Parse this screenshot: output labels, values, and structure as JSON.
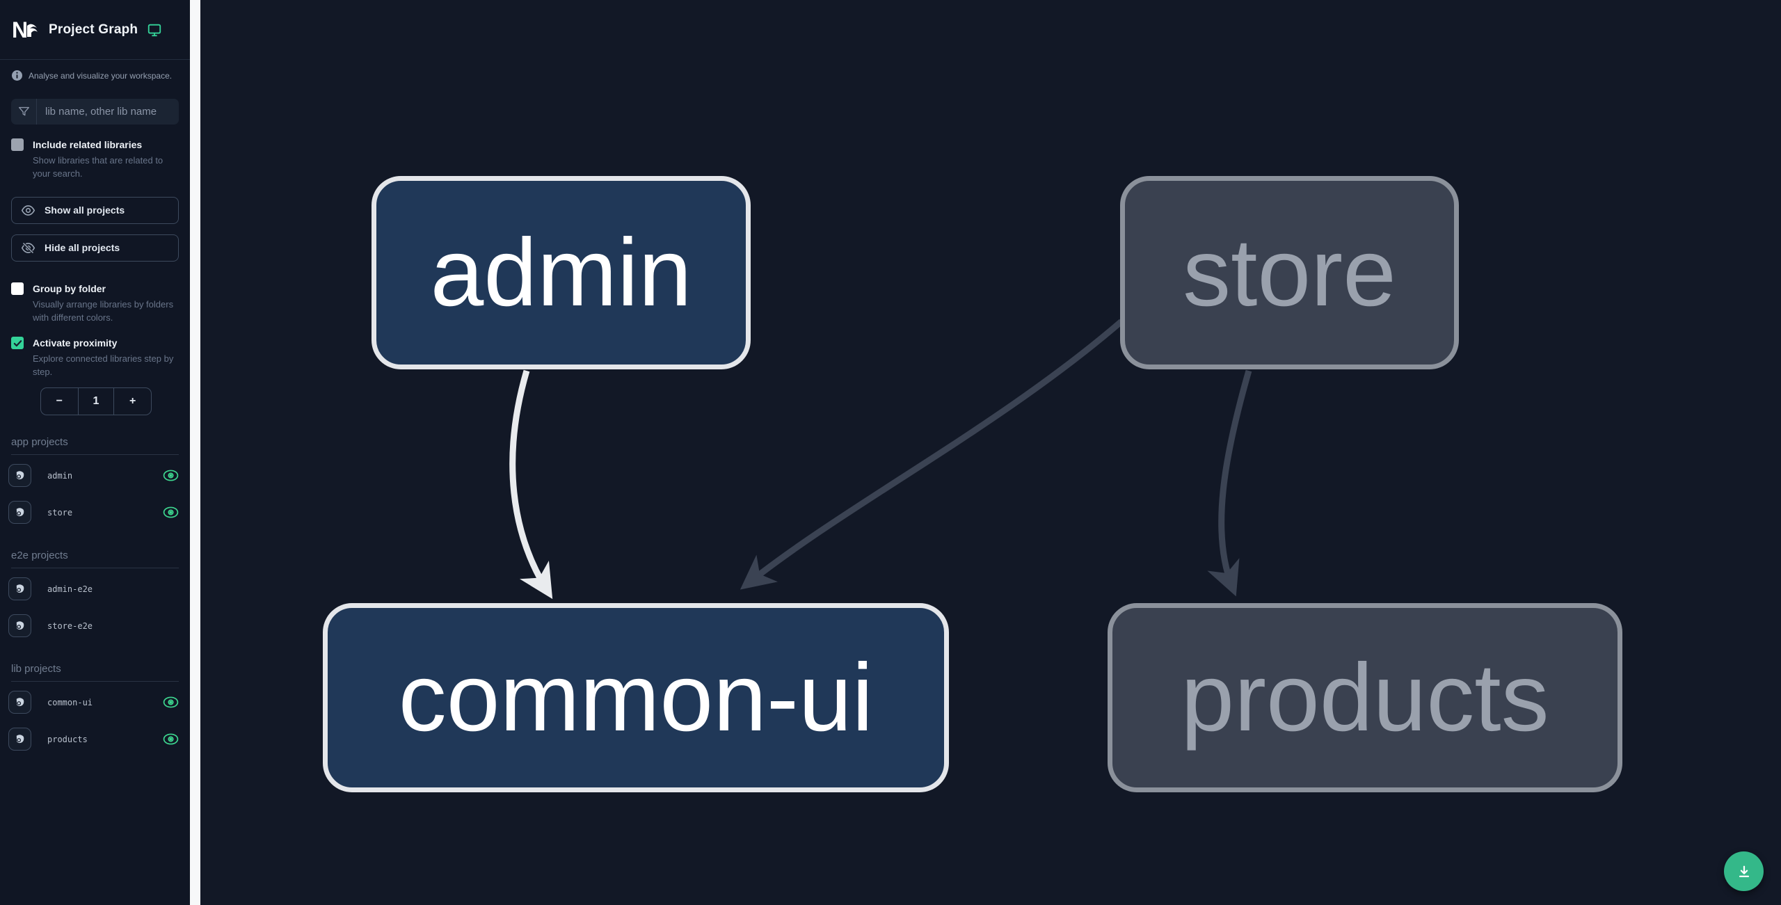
{
  "header": {
    "title": "Project Graph",
    "logo": "nx-logo",
    "theme_icon": "monitor-icon"
  },
  "sidebar": {
    "tagline": "Analyse and visualize your workspace.",
    "filter": {
      "placeholder": "lib name, other lib name",
      "value": ""
    },
    "include_related": {
      "label": "Include related libraries",
      "description": "Show libraries that are related to your search.",
      "checked": false
    },
    "buttons": {
      "show_all": "Show all projects",
      "hide_all": "Hide all projects"
    },
    "group_by_folder": {
      "label": "Group by folder",
      "description": "Visually arrange libraries by folders with different colors.",
      "checked": false
    },
    "activate_proximity": {
      "label": "Activate proximity",
      "description": "Explore connected libraries step by step.",
      "checked": true
    },
    "proximity_stepper": {
      "decrement": "−",
      "value": "1",
      "increment": "+"
    },
    "sections": [
      {
        "title": "app projects",
        "items": [
          {
            "name": "admin",
            "visibility_eye": true
          },
          {
            "name": "store",
            "visibility_eye": true
          }
        ]
      },
      {
        "title": "e2e projects",
        "items": [
          {
            "name": "admin-e2e",
            "visibility_eye": false
          },
          {
            "name": "store-e2e",
            "visibility_eye": false
          }
        ]
      },
      {
        "title": "lib projects",
        "items": [
          {
            "name": "common-ui",
            "visibility_eye": true
          },
          {
            "name": "products",
            "visibility_eye": true
          }
        ]
      }
    ]
  },
  "graph": {
    "nodes": [
      {
        "id": "admin",
        "label": "admin",
        "state": "focused"
      },
      {
        "id": "store",
        "label": "store",
        "state": "muted"
      },
      {
        "id": "common-ui",
        "label": "common-ui",
        "state": "focused"
      },
      {
        "id": "products",
        "label": "products",
        "state": "muted"
      }
    ],
    "edges": [
      {
        "from": "admin",
        "to": "common-ui",
        "state": "highlighted"
      },
      {
        "from": "store",
        "to": "common-ui",
        "state": "muted"
      },
      {
        "from": "store",
        "to": "products",
        "state": "muted"
      }
    ]
  },
  "fab": {
    "icon": "download-icon"
  },
  "colors": {
    "sidebar_bg": "#101624",
    "canvas_bg": "#121826",
    "gutter": "#f7f8f9",
    "accent_teal": "#34d399",
    "fab_green": "#34b889",
    "node_focused_fill": "#203858",
    "node_focused_border": "#e4e6ea",
    "node_muted_fill": "#3a4150",
    "node_muted_border": "#8b919b",
    "edge_highlighted": "#e9ebee",
    "edge_muted": "#3b4353"
  }
}
